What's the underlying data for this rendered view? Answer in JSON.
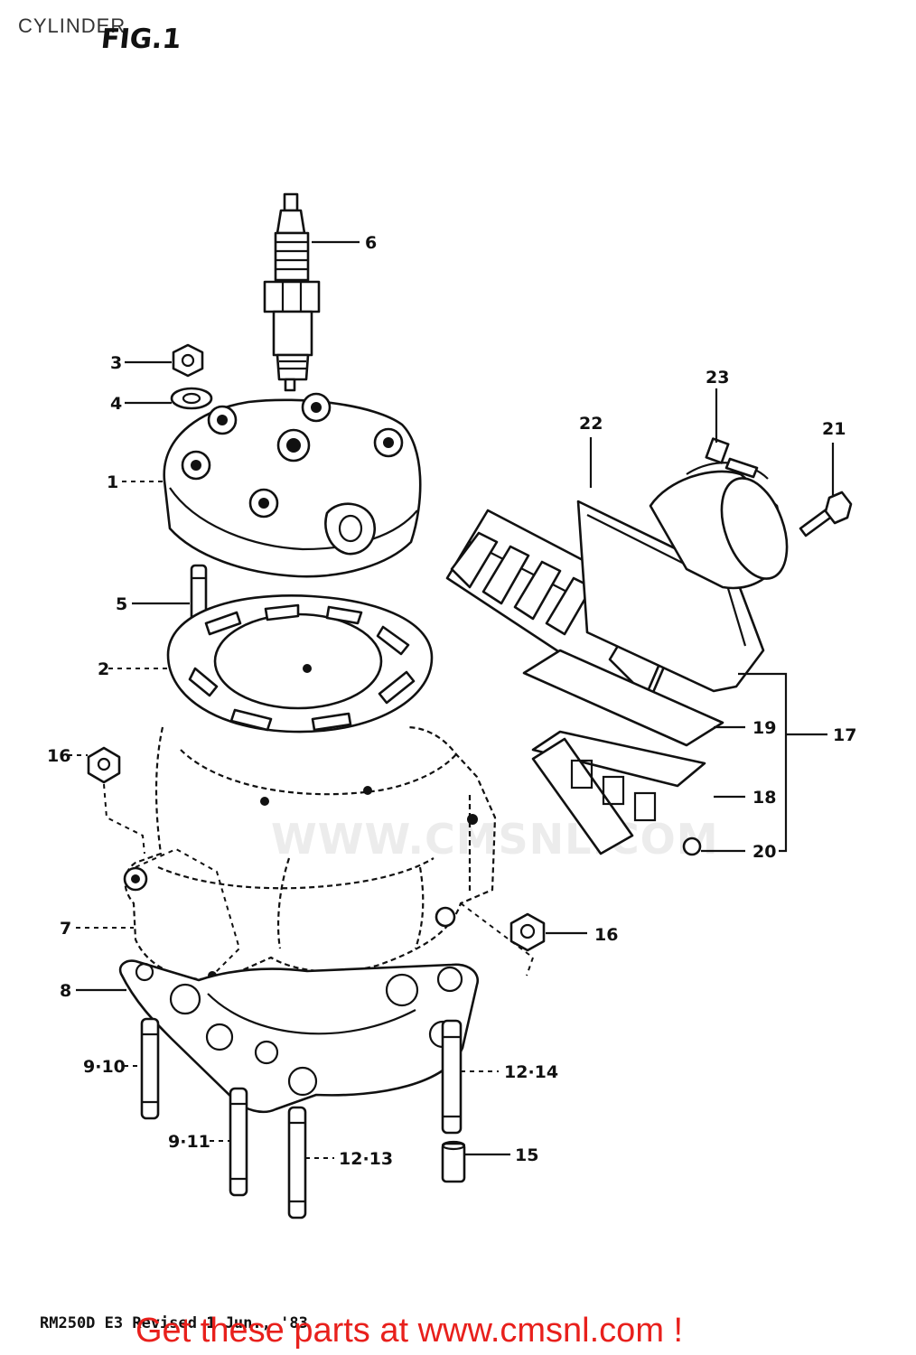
{
  "header": {
    "page_title": "CYLINDER",
    "figure_label": "FIG.1"
  },
  "footer": {
    "model_note": "RM250D E3 Revised 1 Jun., '83",
    "parts_link": "Get these parts at www.cmsnl.com !"
  },
  "watermark": {
    "text": "WWW.CMSNL.COM"
  },
  "callouts": {
    "c1": "1",
    "c2": "2",
    "c3": "3",
    "c4": "4",
    "c5": "5",
    "c6": "6",
    "c7": "7",
    "c8": "8",
    "c9_10": "9·10",
    "c9_11": "9·11",
    "c12_13": "12·13",
    "c12_14": "12·14",
    "c15": "15",
    "c16a": "16",
    "c16b": "16",
    "c17": "17",
    "c18": "18",
    "c19": "19",
    "c20": "20",
    "c21": "21",
    "c22": "22",
    "c23": "23"
  },
  "colors": {
    "link": "#e8201c",
    "ink": "#111111",
    "watermark": "#ececec"
  }
}
